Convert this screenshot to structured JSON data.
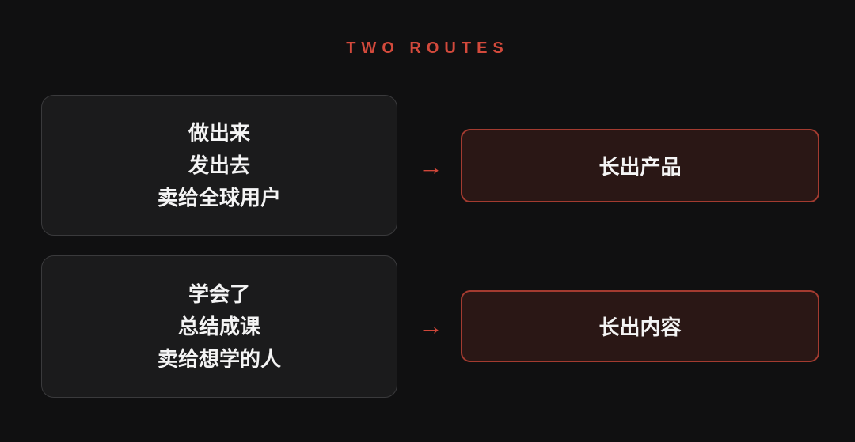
{
  "title": "TWO ROUTES",
  "colors": {
    "background": "#101011",
    "accent_red": "#d34a3c",
    "source_box_background": "#1b1b1c",
    "source_box_border": "#3a3a3c",
    "result_box_background": "#2a1715",
    "result_box_border": "#a33b30",
    "text": "#f4f4f4"
  },
  "routes": [
    {
      "source_lines": [
        "做出来",
        "发出去",
        "卖给全球用户"
      ],
      "arrow": "→",
      "result": "长出产品"
    },
    {
      "source_lines": [
        "学会了",
        "总结成课",
        "卖给想学的人"
      ],
      "arrow": "→",
      "result": "长出内容"
    }
  ]
}
